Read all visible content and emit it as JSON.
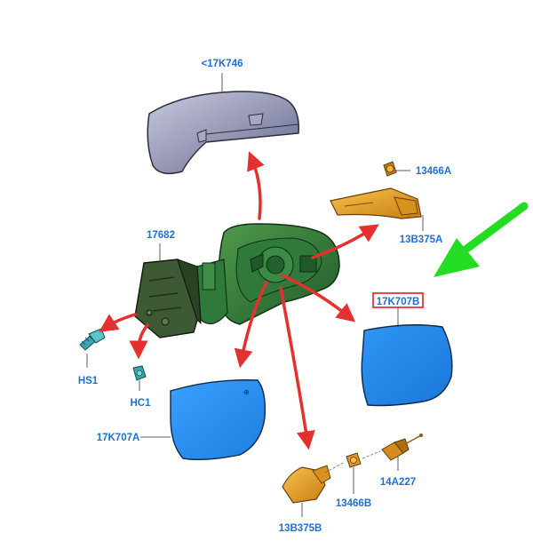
{
  "diagram": {
    "labels": {
      "cover": "<17K746",
      "housing": "17682",
      "bulb_top": "13466A",
      "turn_lamp_top": "13B375A",
      "glass_right": "17K707B",
      "screw": "HS1",
      "clip": "HC1",
      "glass_left": "17K707A",
      "puddle_lamp": "13B375B",
      "bulb_bottom": "13466B",
      "socket": "14A227"
    },
    "colors": {
      "label_text": "#1e6fd6",
      "highlight_box": "#e02020",
      "pointer_arrow": "#22dd22",
      "explode_arrows": "#e53030",
      "housing": "#2f7a3a",
      "glass": "#2b8ff0",
      "cover": "#8c8fa8",
      "lamp": "#f0a21e",
      "motor": "#3d5a35"
    }
  }
}
